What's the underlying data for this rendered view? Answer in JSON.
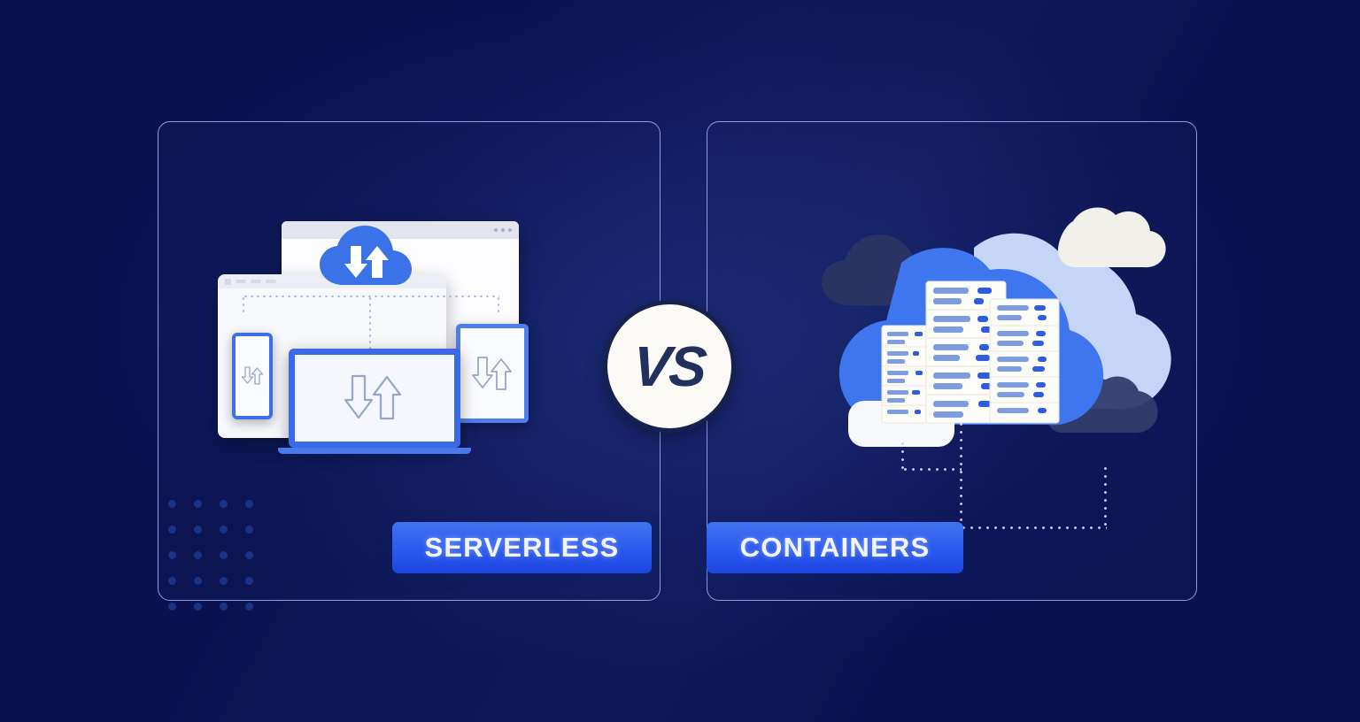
{
  "background": {
    "color": "#0a1250"
  },
  "panels": [
    {
      "id": "serverless",
      "label": "SERVERLESS",
      "illustration": "devices-cloud-sync",
      "accent": "#2d5cf0",
      "border_color": "#8e9ddc"
    },
    {
      "id": "containers",
      "label": "CONTAINERS",
      "illustration": "cloud-server-racks",
      "accent": "#2d5cf0",
      "border_color": "#8e9ddc"
    }
  ],
  "versus": {
    "text": "VS",
    "circle_color": "#fbfaf6",
    "text_color": "#23305e"
  },
  "icons": {
    "cloud_sync": "cloud-sync-icon",
    "download_arrow": "arrow-down-icon",
    "upload_arrow": "arrow-up-icon",
    "browser_window": "browser-window-icon",
    "laptop": "laptop-icon",
    "tablet": "tablet-icon",
    "phone": "phone-icon",
    "server_rack": "server-rack-icon",
    "cloud": "cloud-icon"
  },
  "decor": {
    "dot_grid_rows": 5,
    "dot_grid_cols": 4,
    "dot_color": "#1b3a8f"
  },
  "palette": {
    "navy_bg": "#0a1250",
    "button_blue": "#2d5cf0",
    "cloud_blue": "#3a72e8",
    "cloud_light": "#c5d5f7",
    "cloud_white": "#f1f0ea",
    "cloud_shadow": "#2b3563",
    "device_white": "#f6f7fc",
    "rack_bar_blue": "#8fa9e6",
    "rack_bar_deep": "#2f5ce0"
  }
}
